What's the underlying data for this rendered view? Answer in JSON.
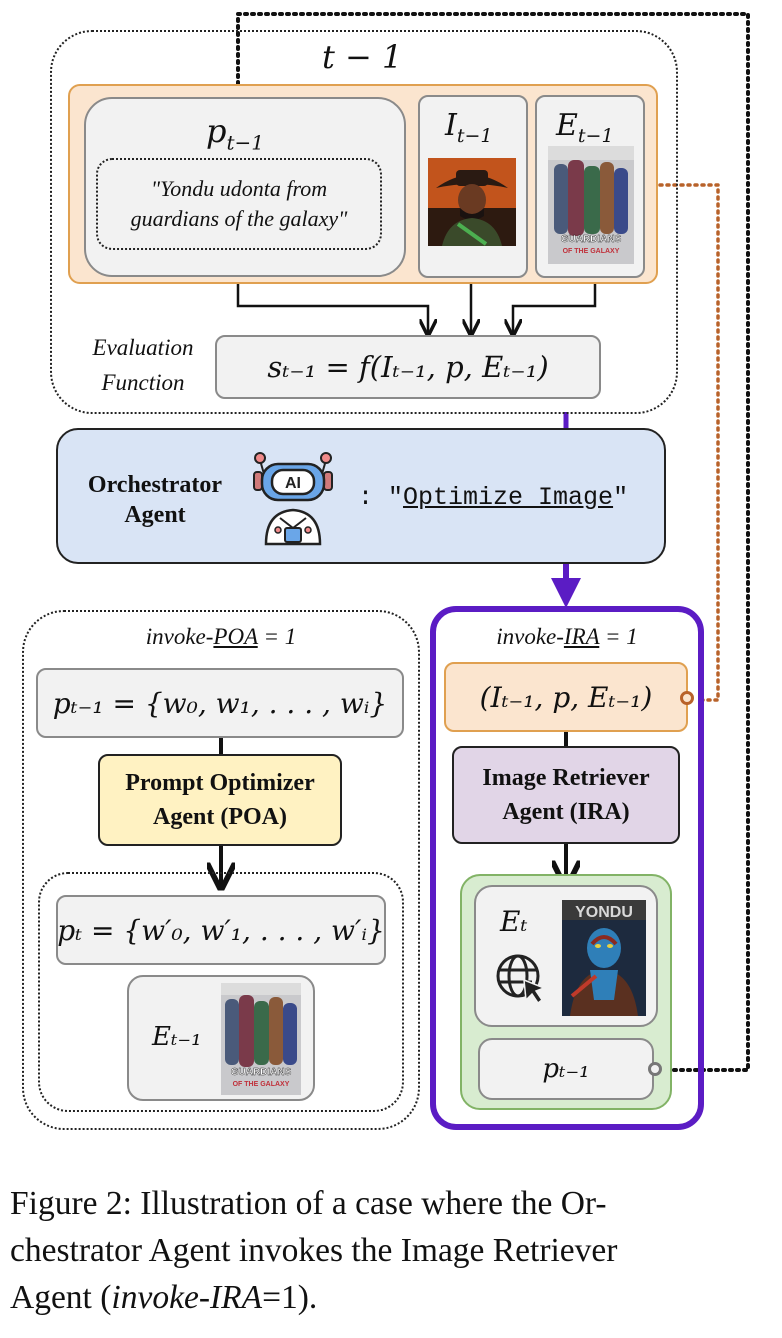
{
  "top": {
    "label": "t − 1",
    "prompt_var": "p",
    "prompt_sub": "t−1",
    "prompt_quote_line1": "\"Yondu udonta from",
    "prompt_quote_line2": "guardians of the galaxy\"",
    "image_var": "I",
    "image_sub": "t−1",
    "example_var": "E",
    "example_sub": "t−1",
    "poster_title": "GUARDIANS",
    "poster_subtitle": "OF THE GALAXY",
    "eval_label_line1": "Evaluation",
    "eval_label_line2": "Function",
    "eval_formula": "sₜ₋₁ = f(Iₜ₋₁, p, Eₜ₋₁)"
  },
  "orchestrator": {
    "name_line1": "Orchestrator",
    "name_line2": "Agent",
    "robot_label": "AI",
    "action_prefix": ": \"",
    "action": "Optimize Image",
    "action_suffix": "\""
  },
  "poa": {
    "header_prefix": "invoke-",
    "header_acronym": "POA",
    "header_suffix": " = 1",
    "input_formula": "pₜ₋₁ = {w₀, w₁, . . . , wᵢ}",
    "agent_line1": "Prompt Optimizer",
    "agent_line2": "Agent (POA)",
    "output_formula": "pₜ = {w′₀, w′₁, . . . , w′ᵢ}",
    "example_label": "Eₜ₋₁",
    "poster_title": "GUARDIANS",
    "poster_subtitle": "OF THE GALAXY"
  },
  "ira": {
    "header_prefix": "invoke-",
    "header_acronym": "IRA",
    "header_suffix": " = 1",
    "input_formula": "(Iₜ₋₁, p, Eₜ₋₁)",
    "agent_line1": "Image Retriever",
    "agent_line2": "Agent (IRA)",
    "example_label": "Eₜ",
    "poster_text": "YONDU",
    "prompt_label": "pₜ₋₁"
  },
  "caption": {
    "line1": "Figure 2: Illustration of a case where the Or-",
    "line2": "chestrator Agent invokes the Image Retriever",
    "line3_prefix": "Agent (",
    "line3_em": "invoke-IRA",
    "line3_suffix": "=1)."
  },
  "colors": {
    "orange_fill": "#fbe5cf",
    "orange_border": "#e0a050",
    "blue_fill": "#d9e4f5",
    "yellow_fill": "#fff2c2",
    "purple_fill": "#e1d5e7",
    "purple_border": "#5b1cc4",
    "green_fill": "#d8ecd0",
    "green_border": "#82b366",
    "rust_arrow": "#b8622a"
  }
}
